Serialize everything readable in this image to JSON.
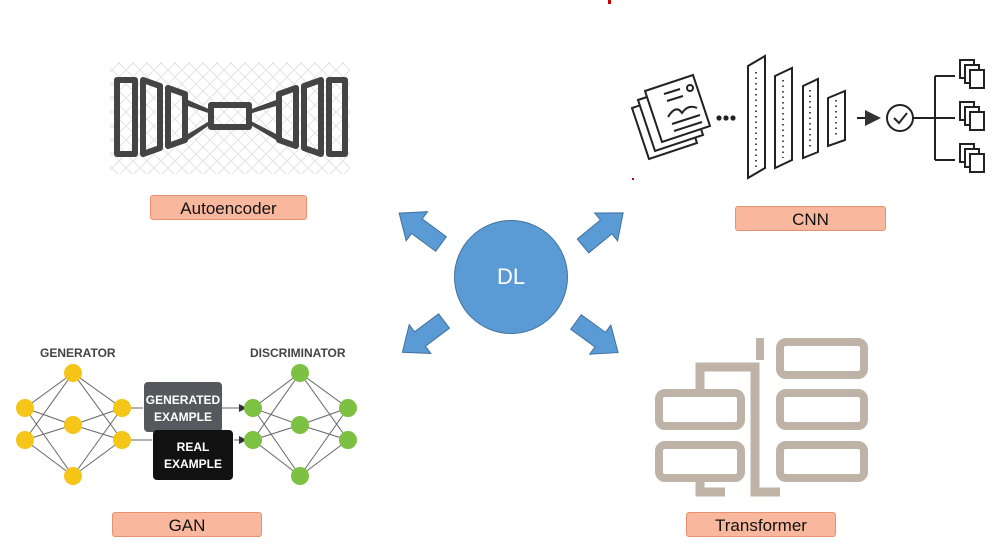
{
  "center": {
    "label": "DL"
  },
  "nodes": {
    "autoencoder": {
      "label": "Autoencoder"
    },
    "cnn": {
      "label": "CNN"
    },
    "gan": {
      "label": "GAN",
      "generator": "GENERATOR",
      "discriminator": "DISCRIMINATOR",
      "generated_example": [
        "GENERATED",
        "EXAMPLE"
      ],
      "real_example": [
        "REAL",
        "EXAMPLE"
      ]
    },
    "transformer": {
      "label": "Transformer"
    }
  },
  "colors": {
    "arrow": "#5b9bd5",
    "center": "#5b9bd5",
    "label_bg": "#f9b89e",
    "generator_node": "#f5c518",
    "discriminator_node": "#7cc142",
    "transformer_block": "#bfb3a7"
  }
}
